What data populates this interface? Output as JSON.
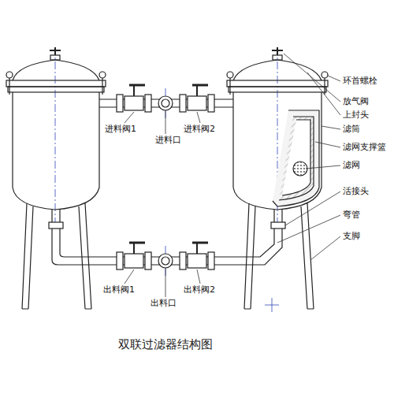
{
  "diagram": {
    "caption": "双联过滤器结构图",
    "labels": [
      "环首螺栓",
      "放气阀",
      "上封头",
      "滤筒",
      "滤网支撑篮",
      "滤网",
      "活接头",
      "弯管",
      "支脚",
      "进料阀1",
      "进料口",
      "进料阀2",
      "出料阀1",
      "出料口",
      "出料阀2"
    ]
  }
}
